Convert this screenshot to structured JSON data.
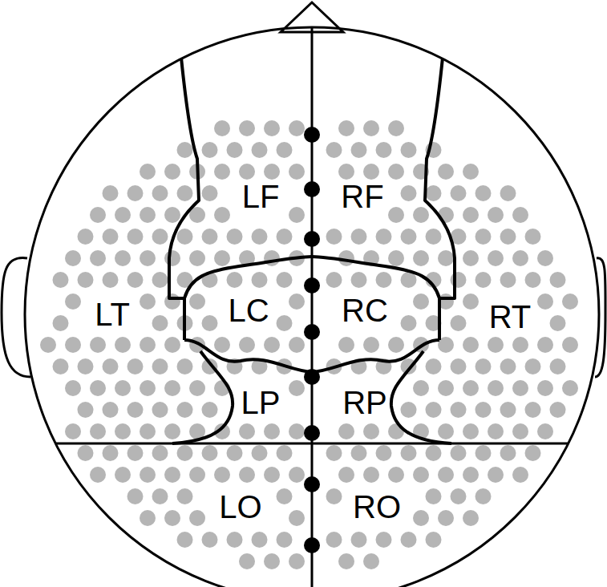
{
  "diagram": {
    "labels": [
      "LF",
      "RF",
      "LT",
      "LC",
      "RC",
      "RT",
      "LP",
      "RP",
      "LO",
      "RO"
    ]
  }
}
